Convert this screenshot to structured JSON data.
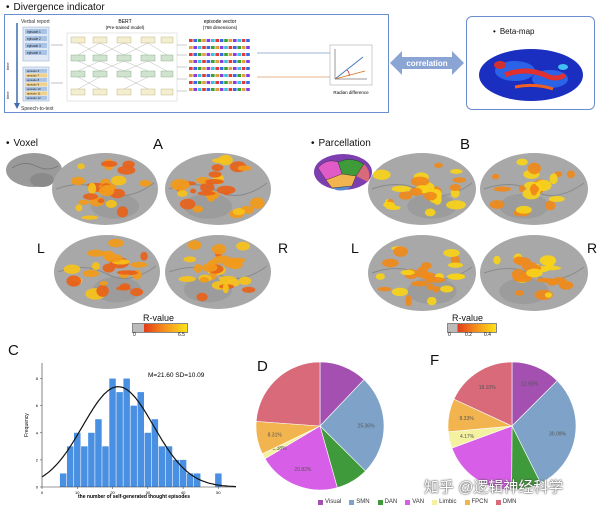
{
  "header": {
    "divergence_title": "Divergence indicator",
    "beta_map_title": "Beta-map",
    "correlation_label": "correlation"
  },
  "pipeline": {
    "verbal_report": "Verbal report",
    "speech_to_text": "Speech-to-text",
    "bert_title": "BERT",
    "bert_subtitle": "(Pre-trained model)",
    "vector_title": "episode vector",
    "vector_subtitle": "(768 dimensions)",
    "radian_label": "Radian difference",
    "time_label_top": "time",
    "time_label_bottom": "time",
    "episodes_top": [
      "episode 1",
      "episode 2",
      "episode 3",
      "episode 4"
    ],
    "episodes_bottom": [
      "episode 6",
      "episode 7",
      "episode 8",
      "episode 9",
      "episode 10",
      "episode 11",
      "episode 12"
    ]
  },
  "panels": {
    "voxel_label": "Voxel",
    "parcellation_label": "Parcellation",
    "letter_a": "A",
    "letter_b": "B",
    "letter_c": "C",
    "letter_d": "D",
    "letter_f": "F",
    "left_a": "L",
    "right_a": "R",
    "left_b": "L",
    "right_b": "R",
    "rvalue_label": "R-value",
    "scale_a": [
      "0",
      "6.5"
    ],
    "scale_b": [
      "0",
      "0.2",
      "0.4"
    ]
  },
  "histogram": {
    "stats": "M=21.60   SD=10.09",
    "ylabel": "Frequency",
    "xlabel": "the number of self-generated thought episodes"
  },
  "chart_data": [
    {
      "type": "bar",
      "title": "",
      "xlabel": "the number of self-generated thought episodes",
      "ylabel": "Frequency",
      "x": [
        6,
        8,
        10,
        12,
        14,
        16,
        18,
        20,
        22,
        24,
        26,
        28,
        30,
        32,
        34,
        36,
        38,
        40,
        42,
        44,
        50
      ],
      "values": [
        1,
        3,
        4,
        3,
        4,
        5,
        3,
        8,
        7,
        8,
        6,
        7,
        4,
        5,
        3,
        3,
        2,
        2,
        1,
        1,
        1
      ],
      "ylim": [
        0,
        9
      ],
      "xlim": [
        0,
        55
      ],
      "fit": "normal",
      "mean": 21.6,
      "sd": 10.09
    },
    {
      "type": "pie",
      "categories": [
        "Visual",
        "SMN",
        "DAN",
        "VAN",
        "Limbic",
        "FPCN",
        "DMN"
      ],
      "values": [
        12.08,
        25.36,
        8.2,
        20.82,
        1.38,
        8.31,
        23.85
      ],
      "labels": [
        "",
        "25.36%",
        "",
        "20.82%",
        "1.38%",
        "8.31%"
      ],
      "colors": [
        "#a350b0",
        "#7fa3c8",
        "#3e9a3a",
        "#d75ee6",
        "#f4f2a0",
        "#f2b44f",
        "#d86a7a"
      ]
    },
    {
      "type": "pie",
      "categories": [
        "Visual",
        "SMN",
        "DAN",
        "VAN",
        "Limbic",
        "FPCN",
        "DMN"
      ],
      "values": [
        12.5,
        30.09,
        7.5,
        19.31,
        4.17,
        8.33,
        18.1
      ],
      "labels": [
        "12.50%",
        "30.09%",
        "",
        "",
        "4.17%",
        "8.33%",
        "18.10%"
      ],
      "colors": [
        "#a350b0",
        "#7fa3c8",
        "#3e9a3a",
        "#d75ee6",
        "#f4f2a0",
        "#f2b44f",
        "#d86a7a"
      ]
    }
  ],
  "legend": [
    {
      "name": "Visual",
      "color": "#a350b0"
    },
    {
      "name": "SMN",
      "color": "#7fa3c8"
    },
    {
      "name": "DAN",
      "color": "#3e9a3a"
    },
    {
      "name": "VAN",
      "color": "#d75ee6"
    },
    {
      "name": "Limbic",
      "color": "#f4f2a0"
    },
    {
      "name": "FPCN",
      "color": "#f2b44f"
    },
    {
      "name": "DMN",
      "color": "#d86a7a"
    }
  ],
  "watermark": "知乎 @逻辑神经科学"
}
